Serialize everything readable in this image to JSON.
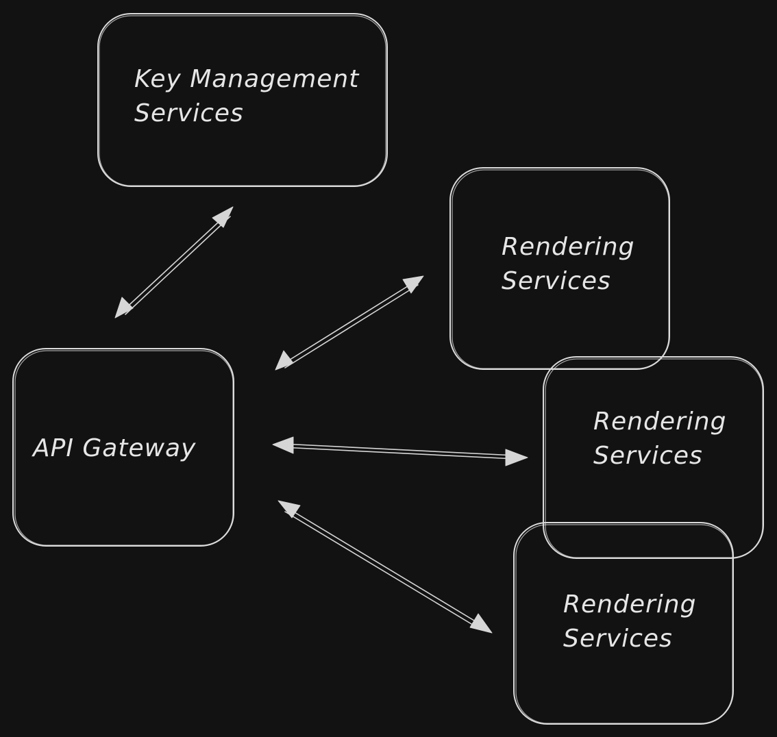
{
  "diagram": {
    "nodes": [
      {
        "id": "key-management",
        "lines": [
          "Key Management",
          "Services"
        ]
      },
      {
        "id": "rendering-1",
        "lines": [
          "Rendering",
          "Services"
        ]
      },
      {
        "id": "api-gateway",
        "lines": [
          "API Gateway"
        ]
      },
      {
        "id": "rendering-2",
        "lines": [
          "Rendering",
          "Services"
        ]
      },
      {
        "id": "rendering-3",
        "lines": [
          "Rendering",
          "Services"
        ]
      }
    ],
    "edges": [
      {
        "from": "api-gateway",
        "to": "key-management",
        "direction": "both"
      },
      {
        "from": "api-gateway",
        "to": "rendering-1",
        "direction": "both"
      },
      {
        "from": "api-gateway",
        "to": "rendering-2",
        "direction": "both"
      },
      {
        "from": "api-gateway",
        "to": "rendering-3",
        "direction": "both"
      }
    ],
    "colors": {
      "background": "#121212",
      "stroke": "#dcdcdc",
      "text": "#e6e6e6"
    }
  }
}
